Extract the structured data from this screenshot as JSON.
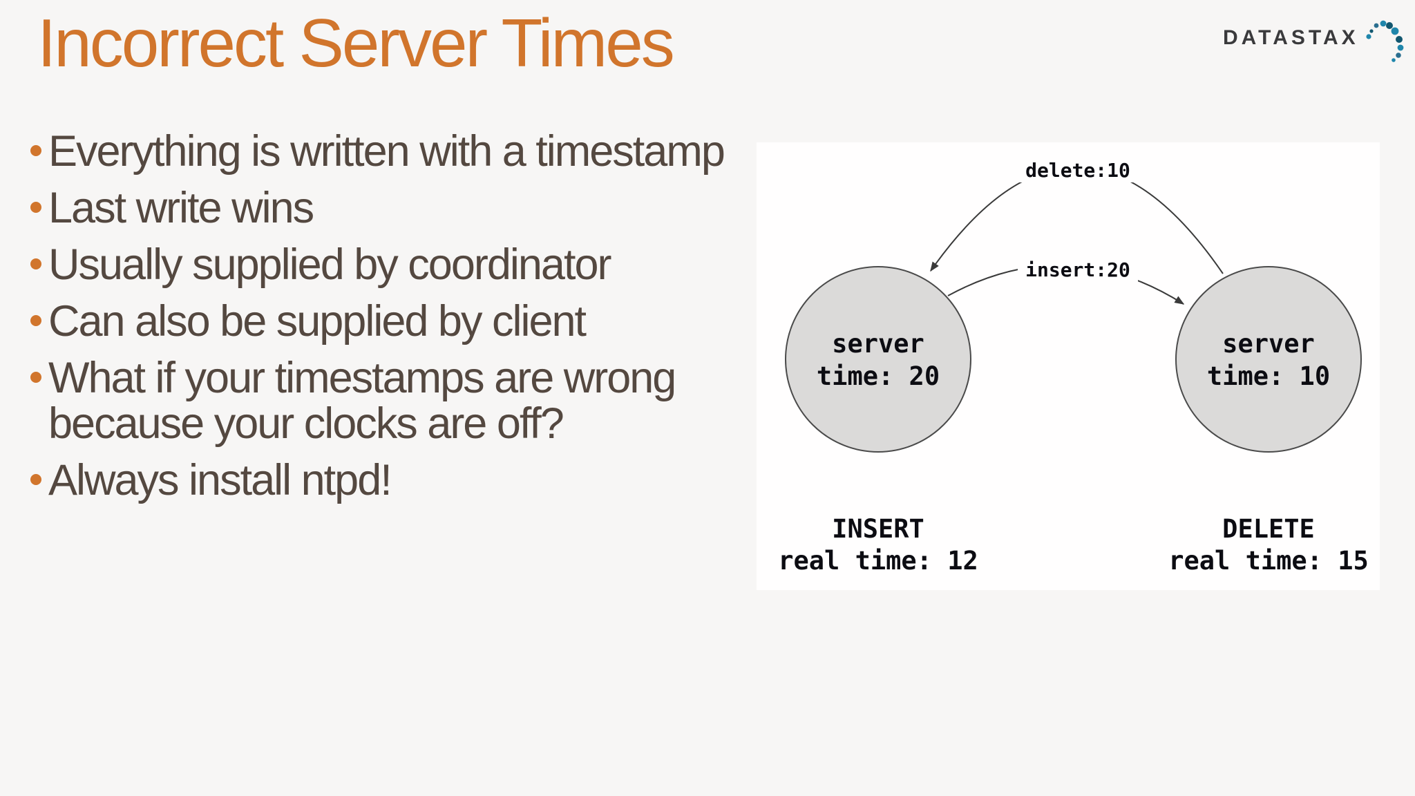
{
  "slide": {
    "title": "Incorrect Server Times"
  },
  "logo": {
    "text": "DATASTAX"
  },
  "bullets": [
    {
      "lines": [
        "Everything is written with a timestamp"
      ]
    },
    {
      "lines": [
        "Last write wins"
      ]
    },
    {
      "lines": [
        "Usually supplied by coordinator"
      ]
    },
    {
      "lines": [
        "Can also be supplied by client"
      ]
    },
    {
      "lines": [
        "What if your timestamps are wrong",
        "because your clocks are off?"
      ]
    },
    {
      "lines": [
        "Always install ntpd!"
      ]
    }
  ],
  "diagram": {
    "delete_arrow_label": "delete:10",
    "insert_arrow_label": "insert:20",
    "left_node": {
      "line1": "server",
      "line2": "time: 20",
      "caption1": "INSERT",
      "caption2": "real time: 12"
    },
    "right_node": {
      "line1": "server",
      "line2": "time: 10",
      "caption1": "DELETE",
      "caption2": "real time: 15"
    }
  },
  "colors": {
    "accent_orange": "#d1752c",
    "body_text": "#544840",
    "node_fill": "#dbdad9",
    "line_color": "#3a3a3a",
    "logo_teal": "#1f86ab",
    "logo_dark_teal": "#12576f",
    "panel_background": "#fffefe",
    "slide_background": "#f7f6f5"
  }
}
